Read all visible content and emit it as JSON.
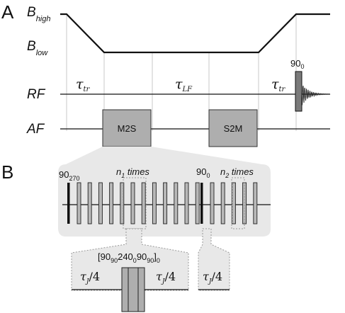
{
  "panel_a": {
    "panel_label": "A",
    "field_axis": {
      "high_base": "B",
      "high_sub": "high",
      "low_base": "B",
      "low_sub": "low"
    },
    "rf_label": "RF",
    "af_label": "AF",
    "tau_base": "τ",
    "tau_tr_sub": "tr",
    "tau_lf_sub": "LF",
    "pulse_base": "90",
    "pulse_sub": "0",
    "m2s_label": "M2S",
    "s2m_label": "S2M"
  },
  "panel_b": {
    "panel_label": "B",
    "first_pulse_base": "90",
    "first_pulse_sub": "270",
    "n1_pre": "n",
    "n1_sub": "1",
    "n1_post": " times",
    "mid_pulse_base": "90",
    "mid_pulse_sub": "0",
    "n2_pre": "n",
    "n2_sub": "2",
    "n2_post": " times",
    "composite_open": "[90",
    "composite_s1": "90",
    "composite_m1": "240",
    "composite_s2": "0",
    "composite_m2": "90",
    "composite_s3": "90",
    "composite_close": "]",
    "composite_s4": "0",
    "tau_j_base": "τ",
    "tau_j_sub": "J",
    "tau_j_suffix": "/4"
  },
  "colors": {
    "pulse_gray": "#b8b8b8",
    "box_gray": "#aeaeae",
    "shade": "#e8e8e8",
    "dashed": "#999999"
  }
}
